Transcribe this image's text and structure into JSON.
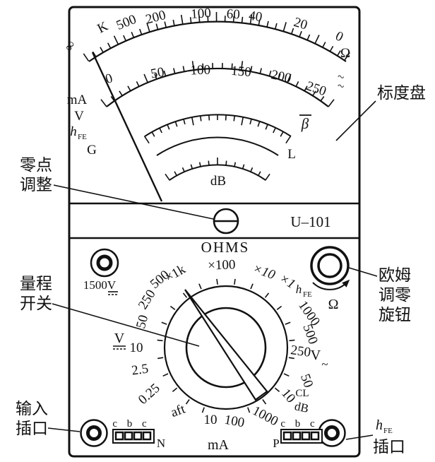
{
  "dial": {
    "infinity": "∞",
    "k": "K",
    "ohm_labels": [
      "500",
      "200",
      "100",
      "60",
      "40",
      "20",
      "0"
    ],
    "ohm_unit": "Ω",
    "dc_labels": [
      "0",
      "50",
      "100",
      "150",
      "200",
      "250"
    ],
    "ac_tilde": "~",
    "ma": "mA",
    "v": "V",
    "hfe_h": "h",
    "hfe_sub": "FE",
    "g": "G",
    "beta": "β",
    "l": "L",
    "db": "dB"
  },
  "mid": {
    "model": "U–101",
    "ohms": "OHMS"
  },
  "controls": {
    "hv_jack_label": "1500V",
    "knob_omega": "Ω"
  },
  "sel": {
    "m1k": "×1k",
    "m100": "×100",
    "m10": "×10",
    "m1": "×1",
    "hfe_h": "h",
    "hfe_sub": "FE",
    "r1000": "1000",
    "r500": "500",
    "r250": "250",
    "v_ac": "V",
    "tilde": "~",
    "r50": "50",
    "r10": "10",
    "cl": "CL",
    "db": "dB",
    "b1000": "1000",
    "b100": "100",
    "b10": "10",
    "aft": "aft",
    "b025": "0.25",
    "l25": "2.5",
    "l10": "10",
    "v_dc": "V",
    "l50": "50",
    "l250": "250",
    "l500": "500"
  },
  "bottom": {
    "cbc": "c b c",
    "n": "N",
    "ma": "mA",
    "p": "P"
  },
  "ann": {
    "dial_plate": "标度盘",
    "zero1": "零点",
    "zero2": "调整",
    "range1": "量程",
    "range2": "开关",
    "ohm1": "欧姆",
    "ohm2": "调零",
    "ohm3": "旋钮",
    "in1": "输入",
    "in2": "插口",
    "hfe_h": "h",
    "hfe_sub": "FE",
    "hfe2": "插口"
  }
}
